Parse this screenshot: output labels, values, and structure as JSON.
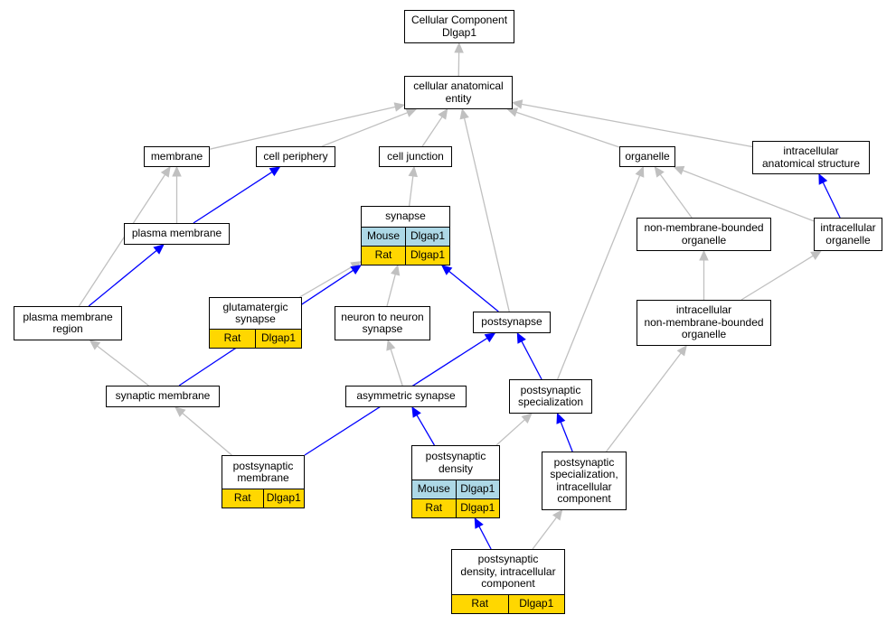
{
  "colors": {
    "gray_edge": "#c0c0c0",
    "blue_edge": "#0000ff",
    "mouse_row": "#add8e6",
    "rat_row": "#ffd700"
  },
  "nodes": {
    "cellular_component": {
      "label": "Cellular Component\nDlgap1"
    },
    "cellular_anatomical_entity": {
      "label": "cellular anatomical\nentity"
    },
    "membrane": {
      "label": "membrane"
    },
    "cell_periphery": {
      "label": "cell periphery"
    },
    "cell_junction": {
      "label": "cell junction"
    },
    "organelle": {
      "label": "organelle"
    },
    "intracellular_anatomical_structure": {
      "label": "intracellular\nanatomical structure"
    },
    "plasma_membrane": {
      "label": "plasma membrane"
    },
    "synapse": {
      "label": "synapse",
      "rows": [
        {
          "species": "Mouse",
          "gene": "Dlgap1"
        },
        {
          "species": "Rat",
          "gene": "Dlgap1"
        }
      ]
    },
    "non_membrane_bounded_organelle": {
      "label": "non-membrane-bounded\norganelle"
    },
    "intracellular_organelle": {
      "label": "intracellular\norganelle"
    },
    "plasma_membrane_region": {
      "label": "plasma membrane\nregion"
    },
    "glutamatergic_synapse": {
      "label": "glutamatergic\nsynapse",
      "rows": [
        {
          "species": "Rat",
          "gene": "Dlgap1"
        }
      ]
    },
    "neuron_to_neuron_synapse": {
      "label": "neuron to neuron\nsynapse"
    },
    "postsynapse": {
      "label": "postsynapse"
    },
    "intracellular_nmb_organelle": {
      "label": "intracellular\nnon-membrane-bounded\norganelle"
    },
    "synaptic_membrane": {
      "label": "synaptic membrane"
    },
    "asymmetric_synapse": {
      "label": "asymmetric synapse"
    },
    "postsynaptic_specialization": {
      "label": "postsynaptic\nspecialization"
    },
    "postsynaptic_membrane": {
      "label": "postsynaptic\nmembrane",
      "rows": [
        {
          "species": "Rat",
          "gene": "Dlgap1"
        }
      ]
    },
    "postsynaptic_density": {
      "label": "postsynaptic\ndensity",
      "rows": [
        {
          "species": "Mouse",
          "gene": "Dlgap1"
        },
        {
          "species": "Rat",
          "gene": "Dlgap1"
        }
      ]
    },
    "postsynaptic_specialization_intracellular": {
      "label": "postsynaptic\nspecialization,\nintracellular\ncomponent"
    },
    "postsynaptic_density_intracellular": {
      "label": "postsynaptic\ndensity, intracellular\ncomponent",
      "rows": [
        {
          "species": "Rat",
          "gene": "Dlgap1"
        }
      ]
    }
  },
  "edges": [
    {
      "from": "cellular_anatomical_entity",
      "to": "cellular_component",
      "color": "gray"
    },
    {
      "from": "membrane",
      "to": "cellular_anatomical_entity",
      "color": "gray"
    },
    {
      "from": "cell_periphery",
      "to": "cellular_anatomical_entity",
      "color": "gray"
    },
    {
      "from": "cell_junction",
      "to": "cellular_anatomical_entity",
      "color": "gray"
    },
    {
      "from": "organelle",
      "to": "cellular_anatomical_entity",
      "color": "gray"
    },
    {
      "from": "intracellular_anatomical_structure",
      "to": "cellular_anatomical_entity",
      "color": "gray"
    },
    {
      "from": "postsynapse",
      "to": "cellular_anatomical_entity",
      "color": "gray"
    },
    {
      "from": "plasma_membrane",
      "to": "membrane",
      "color": "gray"
    },
    {
      "from": "plasma_membrane",
      "to": "cell_periphery",
      "color": "blue"
    },
    {
      "from": "synapse",
      "to": "cell_junction",
      "color": "gray"
    },
    {
      "from": "non_membrane_bounded_organelle",
      "to": "organelle",
      "color": "gray"
    },
    {
      "from": "intracellular_organelle",
      "to": "organelle",
      "color": "gray"
    },
    {
      "from": "intracellular_organelle",
      "to": "intracellular_anatomical_structure",
      "color": "blue"
    },
    {
      "from": "plasma_membrane_region",
      "to": "membrane",
      "color": "gray"
    },
    {
      "from": "plasma_membrane_region",
      "to": "plasma_membrane",
      "color": "blue"
    },
    {
      "from": "glutamatergic_synapse",
      "to": "synapse",
      "color": "gray"
    },
    {
      "from": "neuron_to_neuron_synapse",
      "to": "synapse",
      "color": "gray"
    },
    {
      "from": "postsynapse",
      "to": "synapse",
      "color": "blue"
    },
    {
      "from": "synaptic_membrane",
      "to": "synapse",
      "color": "blue"
    },
    {
      "from": "synaptic_membrane",
      "to": "plasma_membrane_region",
      "color": "gray"
    },
    {
      "from": "intracellular_nmb_organelle",
      "to": "non_membrane_bounded_organelle",
      "color": "gray"
    },
    {
      "from": "intracellular_nmb_organelle",
      "to": "intracellular_organelle",
      "color": "gray"
    },
    {
      "from": "asymmetric_synapse",
      "to": "neuron_to_neuron_synapse",
      "color": "gray"
    },
    {
      "from": "postsynaptic_specialization",
      "to": "postsynapse",
      "color": "blue"
    },
    {
      "from": "postsynaptic_specialization",
      "to": "organelle",
      "color": "gray"
    },
    {
      "from": "postsynaptic_membrane",
      "to": "synaptic_membrane",
      "color": "gray"
    },
    {
      "from": "postsynaptic_membrane",
      "to": "postsynapse",
      "color": "blue"
    },
    {
      "from": "postsynaptic_density",
      "to": "asymmetric_synapse",
      "color": "blue"
    },
    {
      "from": "postsynaptic_density",
      "to": "postsynaptic_specialization",
      "color": "gray"
    },
    {
      "from": "postsynaptic_specialization_intracellular",
      "to": "postsynaptic_specialization",
      "color": "blue"
    },
    {
      "from": "postsynaptic_specialization_intracellular",
      "to": "intracellular_nmb_organelle",
      "color": "gray"
    },
    {
      "from": "postsynaptic_density_intracellular",
      "to": "postsynaptic_density",
      "color": "blue"
    },
    {
      "from": "postsynaptic_density_intracellular",
      "to": "postsynaptic_specialization_intracellular",
      "color": "gray"
    }
  ]
}
